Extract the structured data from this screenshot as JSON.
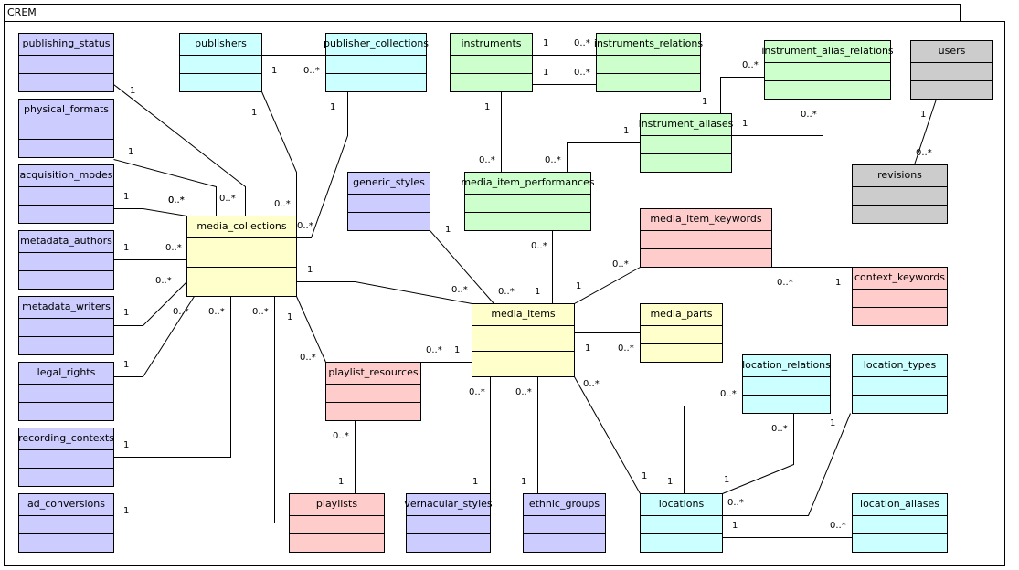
{
  "package": {
    "name": "CREM"
  },
  "colors": {
    "purple": "#ccccff",
    "cyan": "#ccffff",
    "green": "#ccffcc",
    "yellow": "#ffffcc",
    "pink": "#ffcccc",
    "gray": "#cccccc",
    "stroke": "#000000"
  },
  "classes": [
    {
      "id": "publishing_status",
      "name": "publishing_status",
      "color": "purple"
    },
    {
      "id": "physical_formats",
      "name": "physical_formats",
      "color": "purple"
    },
    {
      "id": "acquisition_modes",
      "name": "acquisition_modes",
      "color": "purple"
    },
    {
      "id": "metadata_authors",
      "name": "metadata_authors",
      "color": "purple"
    },
    {
      "id": "metadata_writers",
      "name": "metadata_writers",
      "color": "purple"
    },
    {
      "id": "legal_rights",
      "name": "legal_rights",
      "color": "purple"
    },
    {
      "id": "recording_contexts",
      "name": "recording_contexts",
      "color": "purple"
    },
    {
      "id": "ad_conversions",
      "name": "ad_conversions",
      "color": "purple"
    },
    {
      "id": "publishers",
      "name": "publishers",
      "color": "cyan"
    },
    {
      "id": "publisher_collections",
      "name": "publisher_collections",
      "color": "cyan"
    },
    {
      "id": "instruments",
      "name": "instruments",
      "color": "green"
    },
    {
      "id": "instruments_relations",
      "name": "instruments_relations",
      "color": "green"
    },
    {
      "id": "instrument_alias_relations",
      "name": "instrument_alias_relations",
      "color": "green"
    },
    {
      "id": "users",
      "name": "users",
      "color": "gray"
    },
    {
      "id": "instrument_aliases",
      "name": "instrument_aliases",
      "color": "green"
    },
    {
      "id": "revisions",
      "name": "revisions",
      "color": "gray"
    },
    {
      "id": "generic_styles",
      "name": "generic_styles",
      "color": "purple"
    },
    {
      "id": "media_item_performances",
      "name": "media_item_performances",
      "color": "green"
    },
    {
      "id": "media_collections",
      "name": "media_collections",
      "color": "yellow"
    },
    {
      "id": "media_item_keywords",
      "name": "media_item_keywords",
      "color": "pink"
    },
    {
      "id": "context_keywords",
      "name": "context_keywords",
      "color": "pink"
    },
    {
      "id": "media_items",
      "name": "media_items",
      "color": "yellow"
    },
    {
      "id": "media_parts",
      "name": "media_parts",
      "color": "yellow"
    },
    {
      "id": "playlist_resources",
      "name": "playlist_resources",
      "color": "pink"
    },
    {
      "id": "location_relations",
      "name": "location_relations",
      "color": "cyan"
    },
    {
      "id": "location_types",
      "name": "location_types",
      "color": "cyan"
    },
    {
      "id": "playlists",
      "name": "playlists",
      "color": "pink"
    },
    {
      "id": "vernacular_styles",
      "name": "vernacular_styles",
      "color": "purple"
    },
    {
      "id": "ethnic_groups",
      "name": "ethnic_groups",
      "color": "purple"
    },
    {
      "id": "locations",
      "name": "locations",
      "color": "cyan"
    },
    {
      "id": "location_aliases",
      "name": "location_aliases",
      "color": "cyan"
    }
  ],
  "associations": [
    {
      "from": "publishing_status",
      "to": "media_collections",
      "m1": "1",
      "m2": "0..*"
    },
    {
      "from": "physical_formats",
      "to": "media_collections",
      "m1": "1",
      "m2": "0..*"
    },
    {
      "from": "acquisition_modes",
      "to": "media_collections",
      "m1": "1",
      "m2": "0..*"
    },
    {
      "from": "metadata_authors",
      "to": "media_collections",
      "m1": "1",
      "m2": "0..*"
    },
    {
      "from": "metadata_writers",
      "to": "media_collections",
      "m1": "1",
      "m2": "0..*"
    },
    {
      "from": "legal_rights",
      "to": "media_collections",
      "m1": "1",
      "m2": "0..*"
    },
    {
      "from": "recording_contexts",
      "to": "media_collections",
      "m1": "1",
      "m2": "0..*"
    },
    {
      "from": "ad_conversions",
      "to": "media_collections",
      "m1": "1",
      "m2": "0..*"
    },
    {
      "from": "publishers",
      "to": "media_collections",
      "m1": "1",
      "m2": "0..*"
    },
    {
      "from": "publishers",
      "to": "publisher_collections",
      "m1": "1",
      "m2": "0..*"
    },
    {
      "from": "publisher_collections",
      "to": "media_collections",
      "m1": "1",
      "m2": "0..*"
    },
    {
      "from": "instruments",
      "to": "instruments_relations",
      "m1": "1",
      "m2": "0..*"
    },
    {
      "from": "instruments",
      "to": "instruments_relations",
      "m1": "1",
      "m2": "0..*"
    },
    {
      "from": "instruments",
      "to": "media_item_performances",
      "m1": "1",
      "m2": "0..*"
    },
    {
      "from": "instrument_aliases",
      "to": "instrument_alias_relations",
      "m1": "1",
      "m2": "0..*"
    },
    {
      "from": "instrument_aliases",
      "to": "instrument_alias_relations",
      "m1": "1",
      "m2": "0..*"
    },
    {
      "from": "instrument_aliases",
      "to": "media_item_performances",
      "m1": "1",
      "m2": "0..*"
    },
    {
      "from": "users",
      "to": "revisions",
      "m1": "1",
      "m2": "0..*"
    },
    {
      "from": "generic_styles",
      "to": "media_items",
      "m1": "1",
      "m2": "0..*"
    },
    {
      "from": "media_collections",
      "to": "media_items",
      "m1": "1",
      "m2": "0..*"
    },
    {
      "from": "media_items",
      "to": "media_item_performances",
      "m1": "1",
      "m2": "0..*"
    },
    {
      "from": "media_items",
      "to": "media_item_keywords",
      "m1": "1",
      "m2": "0..*"
    },
    {
      "from": "context_keywords",
      "to": "media_item_keywords",
      "m1": "1",
      "m2": "0..*"
    },
    {
      "from": "media_items",
      "to": "media_parts",
      "m1": "1",
      "m2": "0..*"
    },
    {
      "from": "media_collections",
      "to": "playlist_resources",
      "m1": "1",
      "m2": "0..*"
    },
    {
      "from": "media_items",
      "to": "playlist_resources",
      "m1": "1",
      "m2": "0..*"
    },
    {
      "from": "playlists",
      "to": "playlist_resources",
      "m1": "1",
      "m2": "0..*"
    },
    {
      "from": "vernacular_styles",
      "to": "media_items",
      "m1": "1",
      "m2": "0..*"
    },
    {
      "from": "ethnic_groups",
      "to": "media_items",
      "m1": "1",
      "m2": "0..*"
    },
    {
      "from": "locations",
      "to": "media_items",
      "m1": "1",
      "m2": "0..*"
    },
    {
      "from": "locations",
      "to": "location_relations",
      "m1": "1",
      "m2": "0..*"
    },
    {
      "from": "locations",
      "to": "location_relations",
      "m1": "1",
      "m2": "0..*"
    },
    {
      "from": "location_types",
      "to": "locations",
      "m1": "1",
      "m2": "0..*"
    },
    {
      "from": "locations",
      "to": "location_aliases",
      "m1": "1",
      "m2": "0..*"
    }
  ]
}
